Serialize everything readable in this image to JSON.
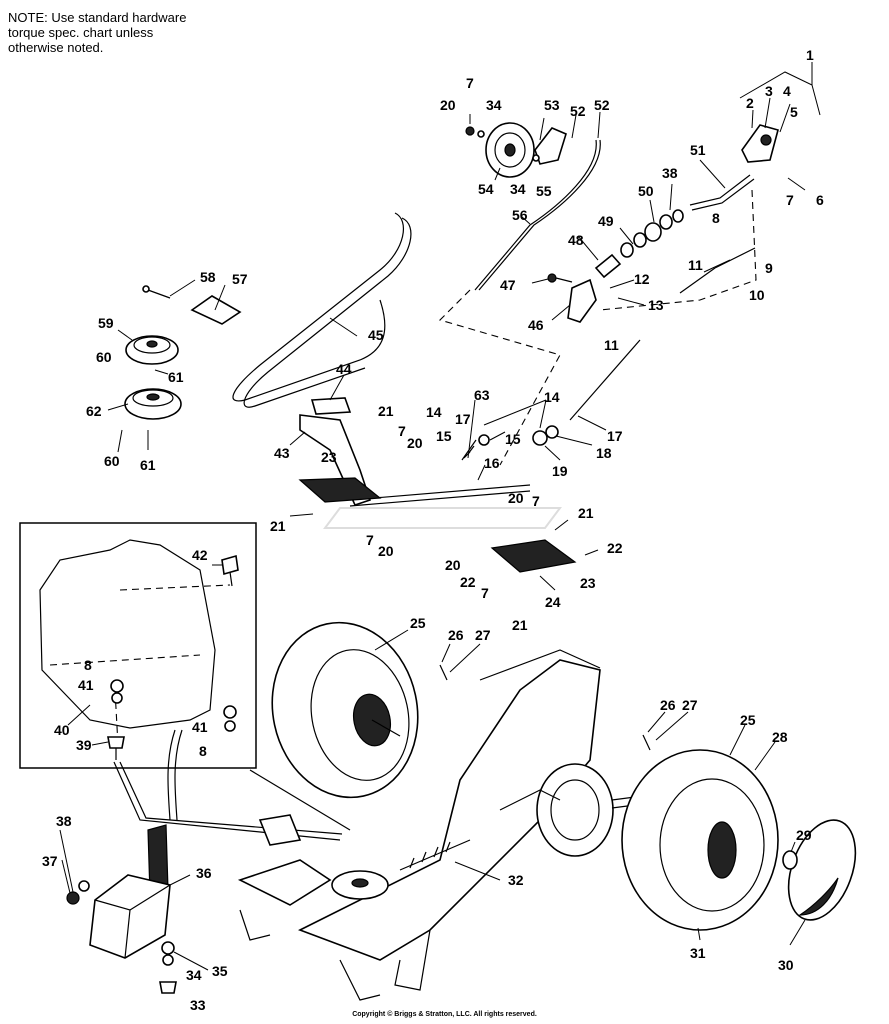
{
  "note": {
    "line1": "NOTE: Use standard hardware",
    "line2": "torque spec. chart unless",
    "line3": "otherwise noted."
  },
  "copyright": "Copyright © Briggs & Stratton, LLC. All rights reserved.",
  "callouts": [
    "1",
    "2",
    "3",
    "4",
    "5",
    "6",
    "7",
    "8",
    "9",
    "10",
    "11",
    "12",
    "13",
    "14",
    "15",
    "16",
    "17",
    "18",
    "19",
    "20",
    "21",
    "22",
    "23",
    "24",
    "25",
    "26",
    "27",
    "28",
    "29",
    "30",
    "31",
    "32",
    "33",
    "34",
    "35",
    "36",
    "37",
    "38",
    "39",
    "40",
    "41",
    "42",
    "43",
    "44",
    "45",
    "46",
    "47",
    "48",
    "49",
    "50",
    "51",
    "52",
    "53",
    "54",
    "55",
    "56",
    "57",
    "58",
    "59",
    "60",
    "61",
    "62",
    "63"
  ]
}
